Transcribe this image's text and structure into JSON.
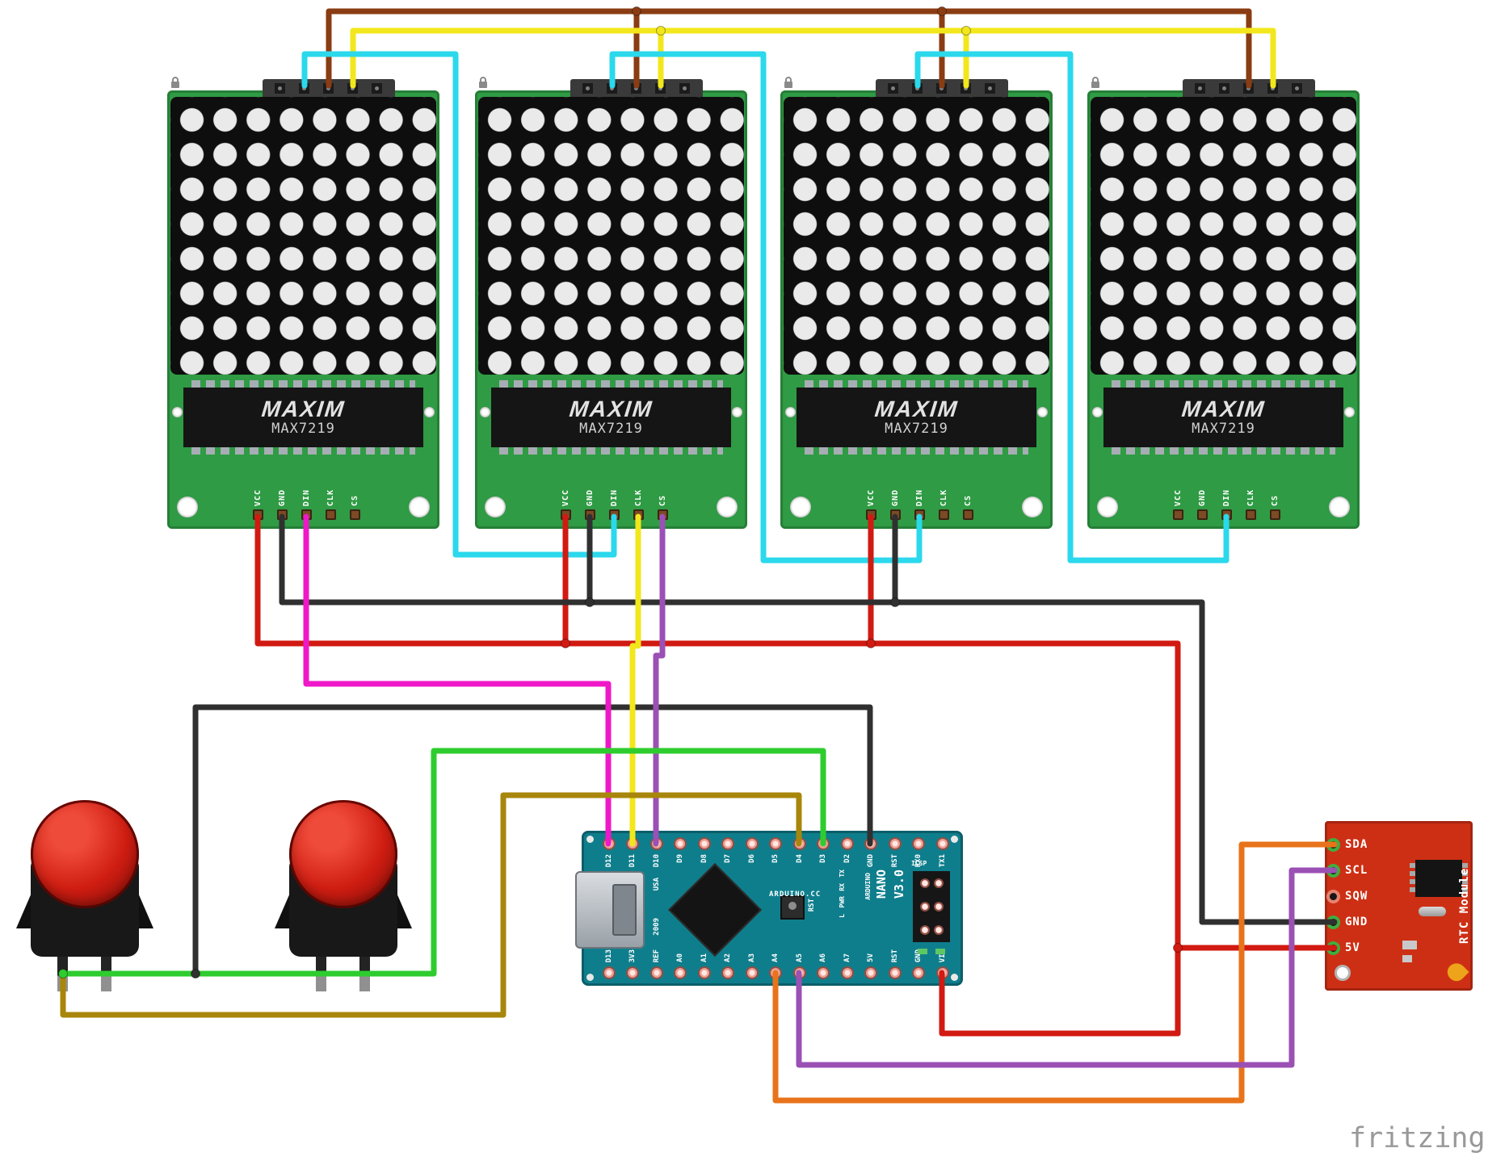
{
  "palette": {
    "brown": "#8a3c12",
    "yellow": "#f2e71c",
    "cyan": "#2bd8ec",
    "red": "#d11a12",
    "black": "#303030",
    "magenta": "#ef18c8",
    "purple": "#9b50b4",
    "green": "#2ecc2e",
    "olive": "#a8860b",
    "orange": "#e8731a"
  },
  "matrix_module": {
    "brand": "MAXIM",
    "chip": "MAX7219",
    "pins_bottom": [
      "VCC",
      "GND",
      "DIN",
      "CLK",
      "CS"
    ]
  },
  "arduino": {
    "top_pins": [
      "D12",
      "D11",
      "D10",
      "D9",
      "D8",
      "D7",
      "D6",
      "D5",
      "D4",
      "D3",
      "D2",
      "GND",
      "RST",
      "RX0",
      "TX1"
    ],
    "bottom_pins": [
      "D13",
      "3V3",
      "REF",
      "A0",
      "A1",
      "A2",
      "A3",
      "A4",
      "A5",
      "A6",
      "A7",
      "5V",
      "RST",
      "GND",
      "VIN"
    ],
    "brand_line1": "ARDUINO",
    "brand_line2": "NANO",
    "brand_line3": "V3.0",
    "site": "ARDUINO.CC",
    "usa": "USA",
    "year": "2009",
    "icsp": "ICSP",
    "rst": "RST",
    "leds": [
      "TX",
      "RX",
      "PWR",
      "L"
    ]
  },
  "rtc": {
    "pins": [
      "SDA",
      "SCL",
      "SQW",
      "GND",
      "5V"
    ],
    "label": "RTC Module"
  },
  "watermark": "fritzing"
}
